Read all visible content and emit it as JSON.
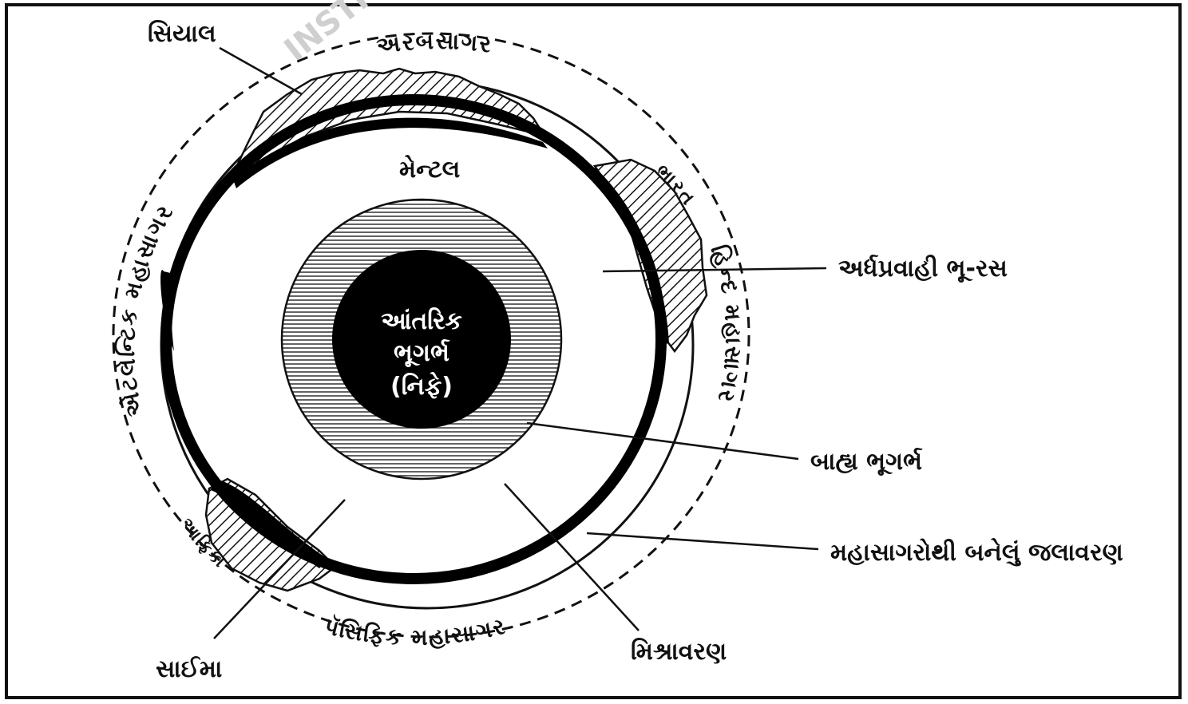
{
  "colors": {
    "ink": "#111111",
    "paper": "#ffffff",
    "watermark": "#cfcfcf"
  },
  "watermark": "INSTI",
  "core": {
    "line1": "આંતરિક",
    "line2": "ભૂગર્ભ",
    "line3": "(નિફે)"
  },
  "labels": {
    "sial": "સિયાલ",
    "arabian_sea": "અરબસાગર",
    "mantle": "મેન્ટલ",
    "india": "ભારત",
    "atlantic": "એટલેન્ટિક મહાસાગર",
    "asthenosphere": "અર્ધપ્રવાહી ભૂ-રસ",
    "hind_mahasagar": "હિન્દ મહાસાગર",
    "outer_core": "બાહ્ય ભૂગર્ભ",
    "hydrosphere": "મહાસાગરોથી બનેલું જલાવરણ",
    "africa": "આફ્રિકા",
    "pacific": "પૅસિફિક મહાસાગર",
    "sima": "સાઈમા",
    "mishravaran": "મિશ્રાવરણ"
  }
}
